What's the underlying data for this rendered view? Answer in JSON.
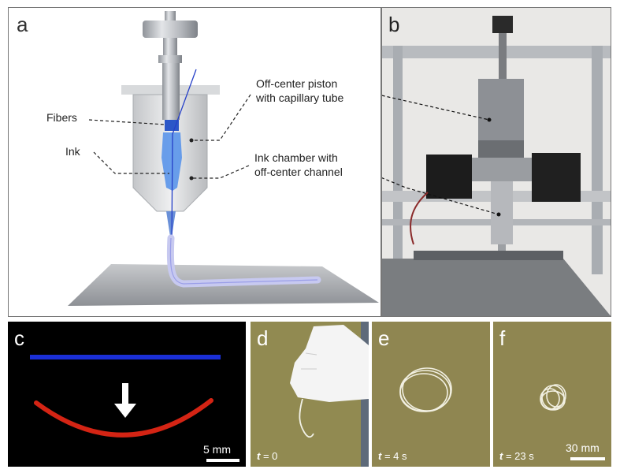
{
  "panels": {
    "a": {
      "label": "a",
      "callouts": {
        "fibers": "Fibers",
        "ink": "Ink",
        "piston_line1": "Off-center piston",
        "piston_line2": "with capillary tube",
        "chamber_line1": "Ink chamber with",
        "chamber_line2": "off-center channel"
      }
    },
    "b": {
      "label": "b"
    },
    "c": {
      "label": "c",
      "scale_bar": "5 mm"
    },
    "d": {
      "label": "d",
      "time_var": "t",
      "time_value": " = 0"
    },
    "e": {
      "label": "e",
      "time_var": "t",
      "time_value": " = 4 s"
    },
    "f": {
      "label": "f",
      "time_var": "t",
      "time_value": " = 23 s",
      "scale_bar": "30 mm"
    }
  },
  "colors": {
    "straight_fiber": "#1a2fd6",
    "curved_fiber": "#d42414",
    "ink": "#4f8fe8",
    "panel_c_bg": "#000000"
  }
}
